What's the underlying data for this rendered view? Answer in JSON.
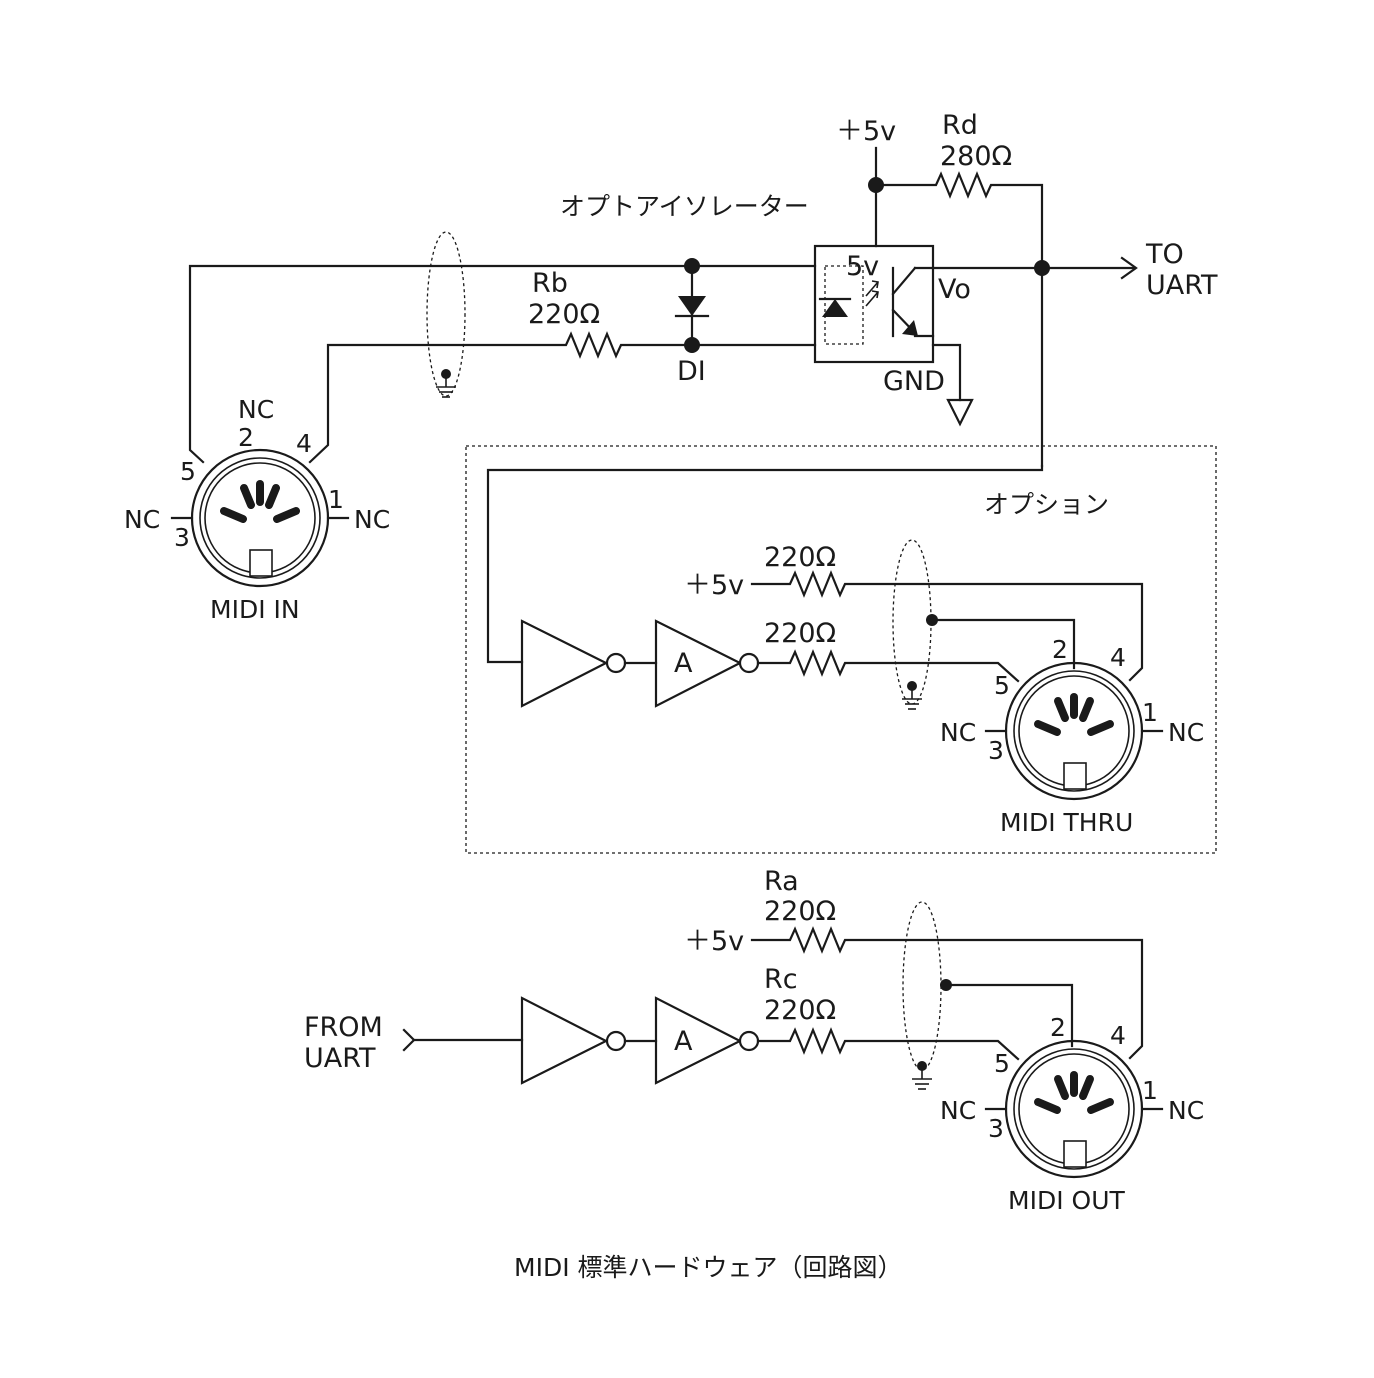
{
  "labels": {
    "plus5v_top": "＋5v",
    "rd_name": "Rd",
    "rd_value": "280Ω",
    "opto_title": "オプトアイソレーター",
    "opto_5v": "5v",
    "opto_vo": "Vo",
    "opto_gnd": "GND",
    "to_uart_1": "TO",
    "to_uart_2": "UART",
    "rb_name": "Rb",
    "rb_value": "220Ω",
    "di": "DI",
    "option": "オプション",
    "thru_plus5v": "＋5v",
    "thru_r1": "220Ω",
    "thru_r2": "220Ω",
    "buffer_a": "A",
    "out_ra_name": "Ra",
    "out_ra_value": "220Ω",
    "out_rc_name": "Rc",
    "out_rc_value": "220Ω",
    "out_plus5v": "＋5v",
    "from_uart_1": "FROM",
    "from_uart_2": "UART",
    "caption": "MIDI 標準ハードウェア（回路図）"
  },
  "connectors": [
    {
      "id": "midi-in",
      "label": "MIDI IN",
      "pin1": "1",
      "pin2": "2",
      "pin3": "3",
      "pin4": "4",
      "pin5": "5",
      "nc": "NC"
    },
    {
      "id": "midi-thru",
      "label": "MIDI THRU",
      "pin1": "1",
      "pin2": "2",
      "pin3": "3",
      "pin4": "4",
      "pin5": "5",
      "nc": "NC"
    },
    {
      "id": "midi-out",
      "label": "MIDI OUT",
      "pin1": "1",
      "pin2": "2",
      "pin3": "3",
      "pin4": "4",
      "pin5": "5",
      "nc": "NC"
    }
  ]
}
